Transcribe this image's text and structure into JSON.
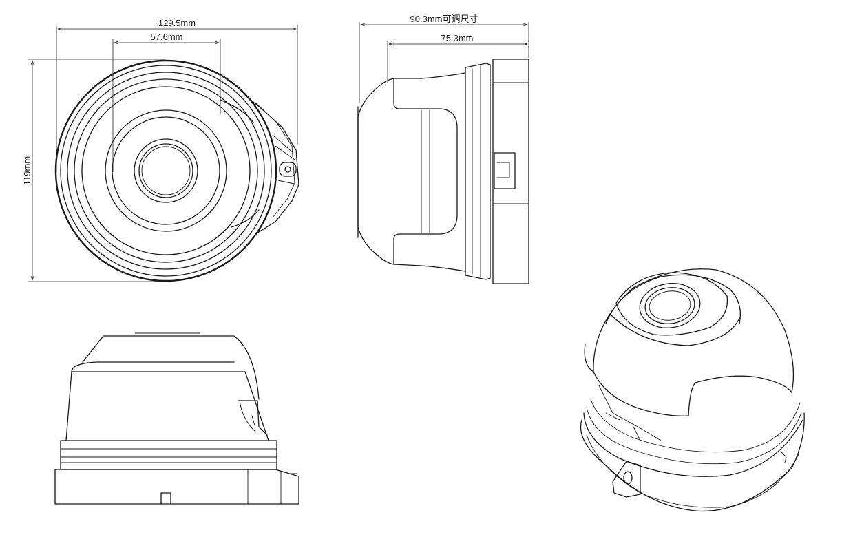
{
  "dimensions": {
    "front_width": "129.5mm",
    "lens_window": "57.6mm",
    "height": "119mm",
    "side_adjustable": "90.3mm可调尺寸",
    "side_depth": "75.3mm"
  },
  "views": [
    "front-view",
    "side-view",
    "bottom-view",
    "isometric-view"
  ],
  "colors": {
    "line": "#1a1a1a",
    "background": "#ffffff"
  }
}
